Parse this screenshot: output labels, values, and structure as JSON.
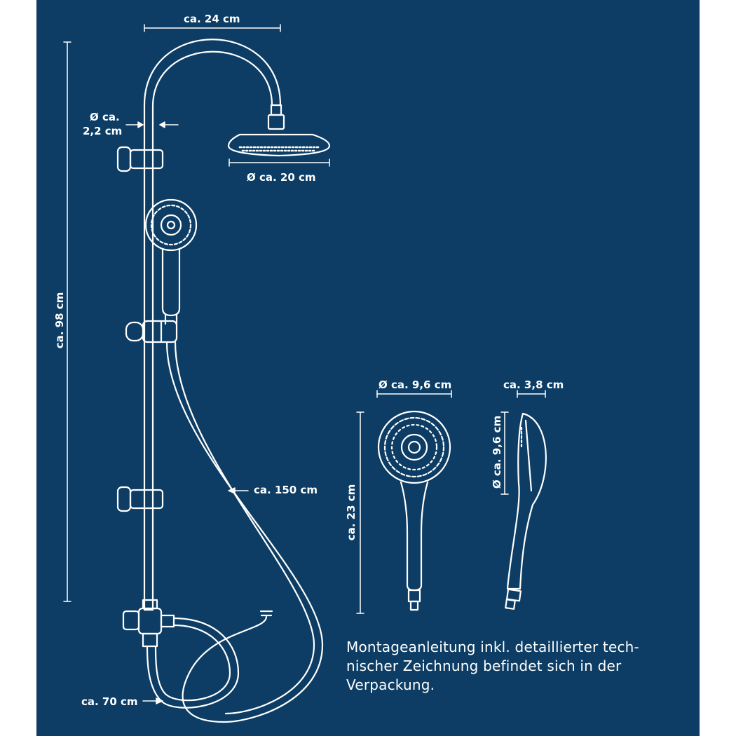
{
  "colors": {
    "background": "#0d3d64",
    "line": "#ffffff",
    "margin": "#ffffff"
  },
  "dimensions": {
    "arm_width": "ca. 24 cm",
    "pipe_diameter_line1": "Ø ca.",
    "pipe_diameter_line2": "2,2 cm",
    "overhead_diameter": "Ø ca. 20 cm",
    "total_height": "ca. 98 cm",
    "hose_length": "ca.  150 cm",
    "lower_hose_length": "ca.  70 cm",
    "handshower_diameter": "Ø ca. 9,6 cm",
    "handshower_length": "ca. 23 cm",
    "handshower_depth": "ca. 3,8 cm",
    "handshower_side_diameter": "Ø ca. 9,6 cm"
  },
  "note_lines": [
    "Montageanleitung inkl. detaillierter tech-",
    "nischer Zeichnung befindet sich in der",
    "Verpackung."
  ]
}
